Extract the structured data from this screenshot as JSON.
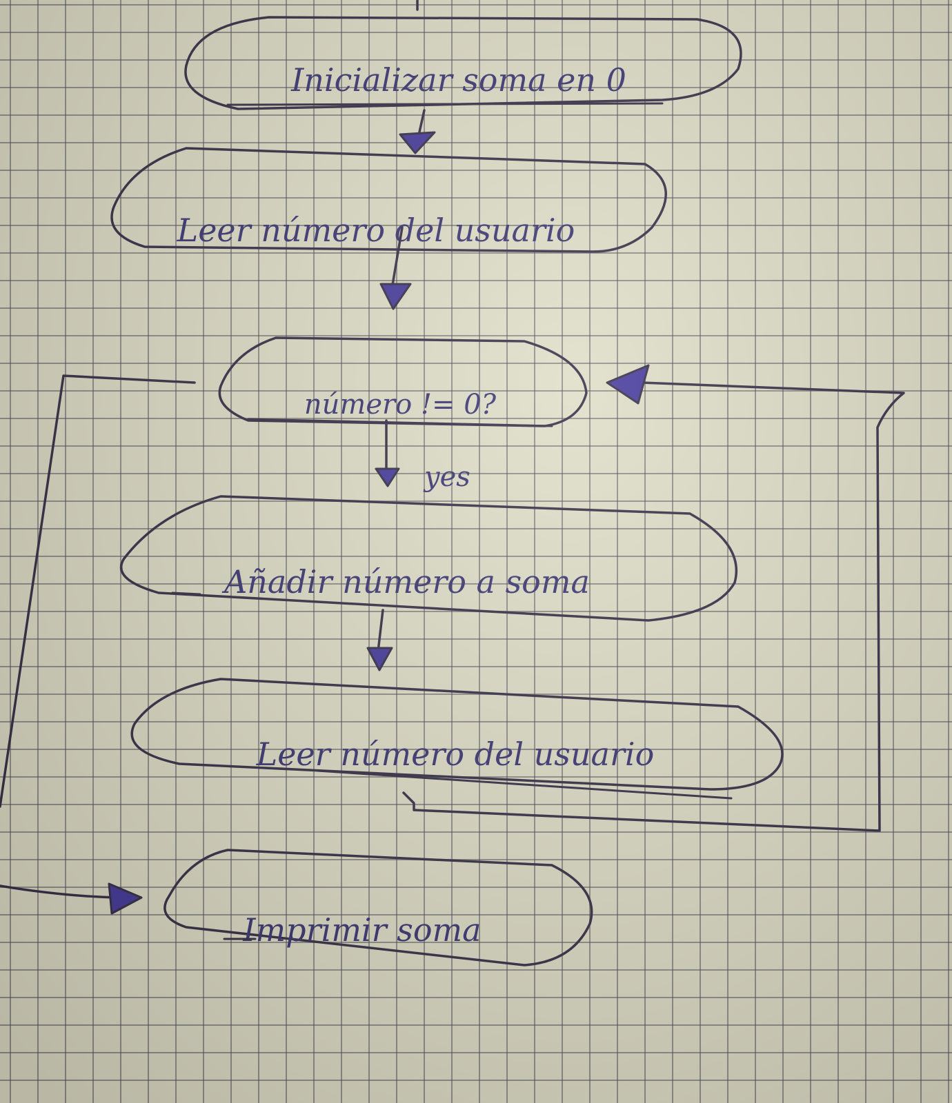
{
  "diagram": {
    "nodes": {
      "init": "Inicializar soma en 0",
      "read_first": "Leer número del usuario",
      "condition": "número != 0?",
      "add": "Añadir número a soma",
      "read_loop": "Leer número del usuario",
      "print": "Imprimir soma"
    },
    "edge_labels": {
      "condition_yes": "yes"
    },
    "colors": {
      "ink": "#2f2a6e",
      "paper": "#dddcc8"
    }
  }
}
